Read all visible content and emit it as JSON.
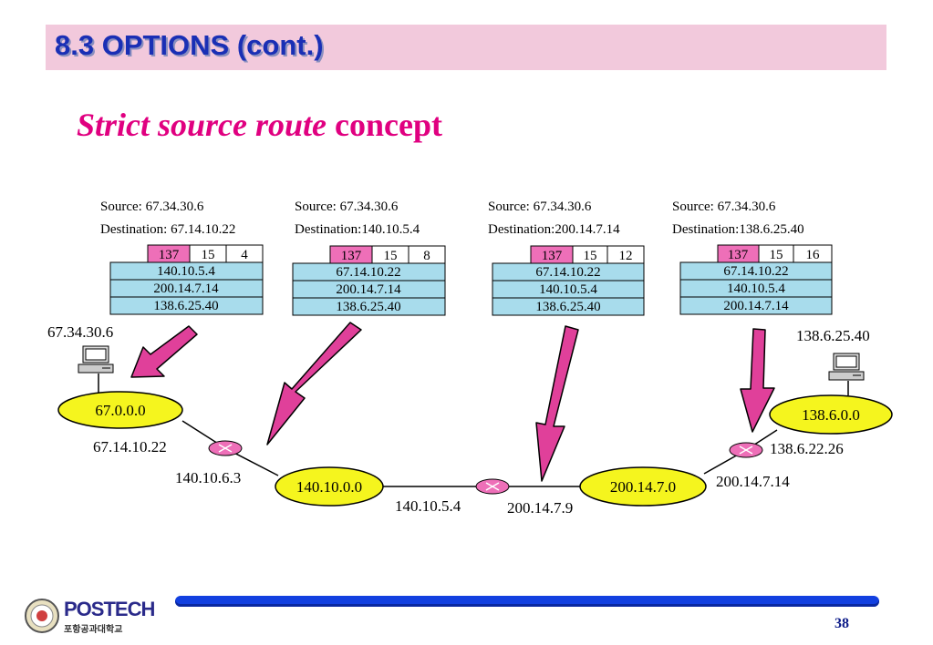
{
  "header": {
    "title": "8.3 OPTIONS (cont.)"
  },
  "subtitle": {
    "italic": "Strict source route",
    "rest": "concept"
  },
  "packets": [
    {
      "source": "Source: 67.34.30.6",
      "destination": "Destination: 67.14.10.22",
      "type": "137",
      "length": "15",
      "pointer": "4",
      "addresses": [
        "140.10.5.4",
        "200.14.7.14",
        "138.6.25.40"
      ]
    },
    {
      "source": "Source:  67.34.30.6",
      "destination": "Destination:140.10.5.4",
      "type": "137",
      "length": "15",
      "pointer": "8",
      "addresses": [
        "67.14.10.22",
        "200.14.7.14",
        "138.6.25.40"
      ]
    },
    {
      "source": "Source:  67.34.30.6",
      "destination": "Destination:200.14.7.14",
      "type": "137",
      "length": "15",
      "pointer": "12",
      "addresses": [
        "67.14.10.22",
        "140.10.5.4",
        "138.6.25.40"
      ]
    },
    {
      "source": "Source:  67.34.30.6",
      "destination": "Destination:138.6.25.40",
      "type": "137",
      "length": "15",
      "pointer": "16",
      "addresses": [
        "67.14.10.22",
        "140.10.5.4",
        "200.14.7.14"
      ]
    }
  ],
  "hosts": {
    "left": "67.34.30.6",
    "right": "138.6.25.40"
  },
  "networks": [
    "67.0.0.0",
    "140.10.0.0",
    "200.14.7.0",
    "138.6.0.0"
  ],
  "interfaces": {
    "r1_left": "67.14.10.22",
    "r1_right": "140.10.6.3",
    "r2_left": "140.10.5.4",
    "r2_right": "200.14.7.9",
    "r3_left": "200.14.7.14",
    "r3_right": "138.6.22.26"
  },
  "colors": {
    "pink": "#ee6fb8",
    "blue": "#a8dcec",
    "yellow": "#f5f51e",
    "arrow": "#e0409a"
  },
  "footer": {
    "logo": "POSTECH",
    "logo_sub": "포항공과대학교",
    "page": "38"
  }
}
